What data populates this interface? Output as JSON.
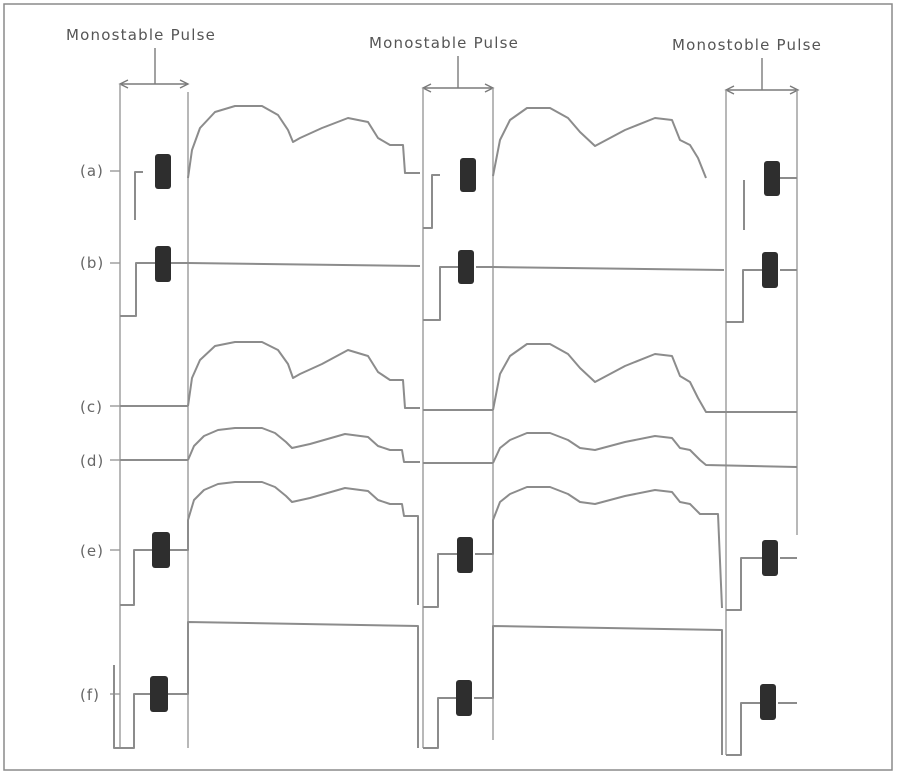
{
  "headers": [
    "Monostable Pulse",
    "Monostable Pulse",
    "Monostoble Pulse"
  ],
  "trace_labels": [
    "(a)",
    "(b)",
    "(c)",
    "(d)",
    "(e)",
    "(f)"
  ],
  "colors": {
    "trace": "#8c8c8c",
    "pulse_mark": "#2e2e2e",
    "frame": "#8a8a8a",
    "text": "#666666"
  }
}
